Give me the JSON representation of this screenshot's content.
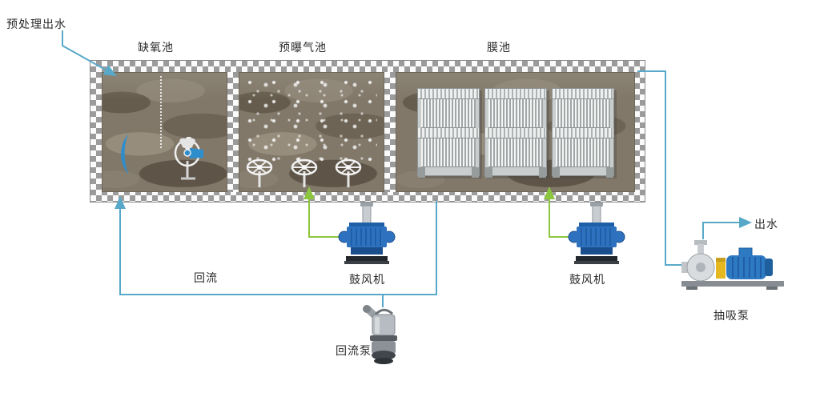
{
  "labels": {
    "inlet": "预处理出水",
    "anoxic_tank": "缺氧池",
    "pre_aeration_tank": "预曝气池",
    "membrane_tank": "膜池",
    "blower_left": "鼓风机",
    "blower_right": "鼓风机",
    "return_flow": "回流",
    "return_pump": "回流泵",
    "suction_pump": "抽吸泵",
    "outlet": "出水"
  },
  "colors": {
    "flow_line_blue": "#58a9c9",
    "air_line_green": "#8cc63f",
    "blower_body_blue": "#2e72bf",
    "wall_checker_gray": "#9b9b9b",
    "water_base_brown": "#81786a"
  }
}
